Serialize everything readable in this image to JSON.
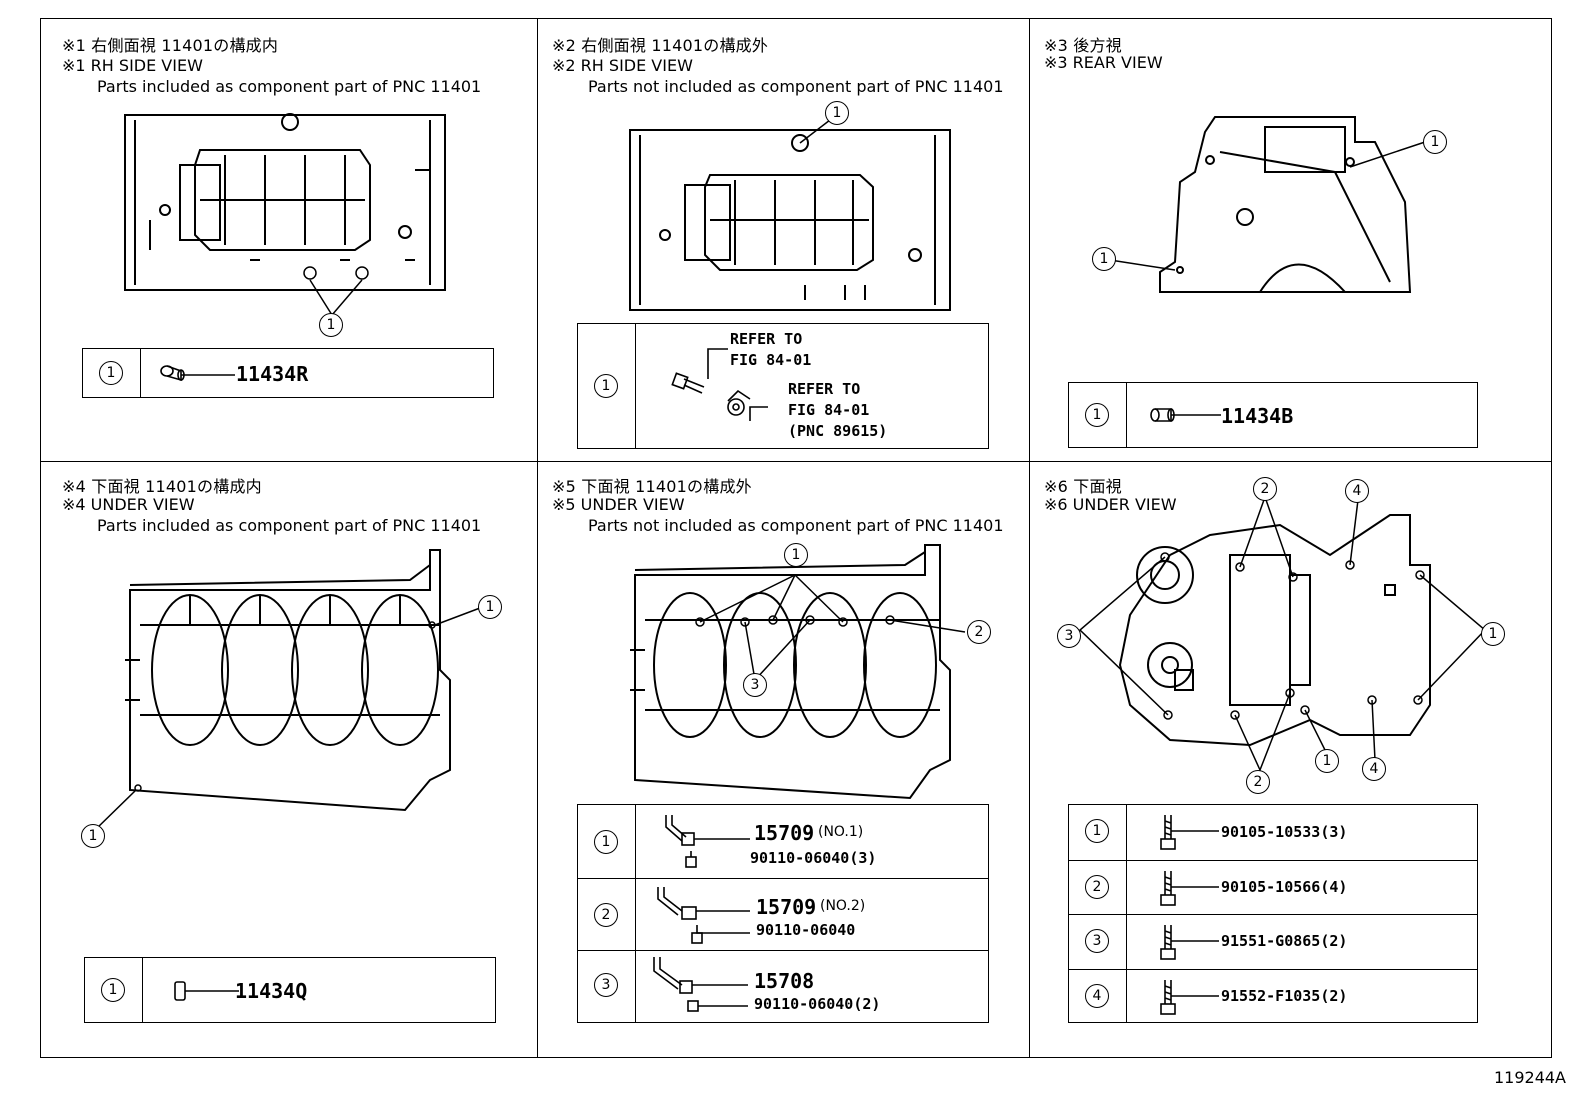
{
  "panels": [
    {
      "h1": "※1 右側面視 11401の構成内",
      "h2": "※1 RH SIDE VIEW",
      "h3": "Parts included as component part of PNC 11401",
      "rows": [
        {
          "num": "1",
          "part": "11434R"
        }
      ]
    },
    {
      "h1": "※2 右側面視 11401の構成外",
      "h2": "※2 RH SIDE VIEW",
      "h3": "Parts not included as component part of PNC 11401",
      "rows": [
        {
          "num": "1",
          "ref1": "REFER TO",
          "ref1b": "FIG 84-01",
          "ref2": "REFER TO",
          "ref2b": "FIG 84-01",
          "ref2c": "(PNC 89615)"
        }
      ]
    },
    {
      "h1": "※3 後方視",
      "h2": "※3 REAR VIEW",
      "rows": [
        {
          "num": "1",
          "part": "11434B"
        }
      ]
    },
    {
      "h1": "※4 下面視 11401の構成内",
      "h2": "※4 UNDER VIEW",
      "h3": "Parts included as component part of PNC 11401",
      "rows": [
        {
          "num": "1",
          "part": "11434Q"
        }
      ]
    },
    {
      "h1": "※5 下面視 11401の構成外",
      "h2": "※5 UNDER VIEW",
      "h3": "Parts not included as component part of PNC 11401",
      "rows": [
        {
          "num": "1",
          "part": "15709",
          "note": "(NO.1)",
          "sub": "90110-06040(3)"
        },
        {
          "num": "2",
          "part": "15709",
          "note": "(NO.2)",
          "sub": "90110-06040"
        },
        {
          "num": "3",
          "part": "15708",
          "note": "",
          "sub": "90110-06040(2)"
        }
      ]
    },
    {
      "h1": "※6 下面視",
      "h2": "※6 UNDER VIEW",
      "rows": [
        {
          "num": "1",
          "part": "90105-10533(3)"
        },
        {
          "num": "2",
          "part": "90105-10566(4)"
        },
        {
          "num": "3",
          "part": "91551-G0865(2)"
        },
        {
          "num": "4",
          "part": "91552-F1035(2)"
        }
      ]
    }
  ],
  "callouts": {
    "c1": "1",
    "c2": "2",
    "c3": "3",
    "c4": "4"
  },
  "figure_id": "119244A"
}
